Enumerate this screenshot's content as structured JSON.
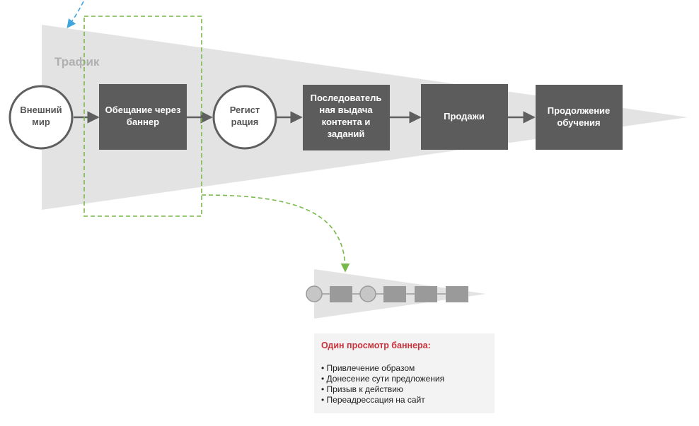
{
  "funnel": {
    "label": "Трафик"
  },
  "nodes": {
    "outer_world": {
      "line1": "Внешний",
      "line2": "мир"
    },
    "banner_promise": {
      "line1": "Обещание через",
      "line2": "баннер"
    },
    "registration": {
      "line1": "Регист",
      "line2": "рация"
    },
    "content_sequence": {
      "line1": "Последователь",
      "line2": "ная выдача",
      "line3": "контента и",
      "line4": "заданий"
    },
    "sales": {
      "line1": "Продажи"
    },
    "continued_learning": {
      "line1": "Продолжение",
      "line2": "обучения"
    }
  },
  "note": {
    "title": "Один просмотр баннера:",
    "items": [
      "Привлечение образом",
      "Донесение сути предложения",
      "Призыв к действию",
      "Переадрессация на сайт"
    ]
  },
  "colors": {
    "funnel": "#e3e3e3",
    "box": "#5c5c5c",
    "arrow": "#5f5f5f",
    "highlight_dash": "#78b84a",
    "blue_dash": "#3ea6dd",
    "mini_shape": "#9a9a9a",
    "note_title": "#c8323c"
  }
}
